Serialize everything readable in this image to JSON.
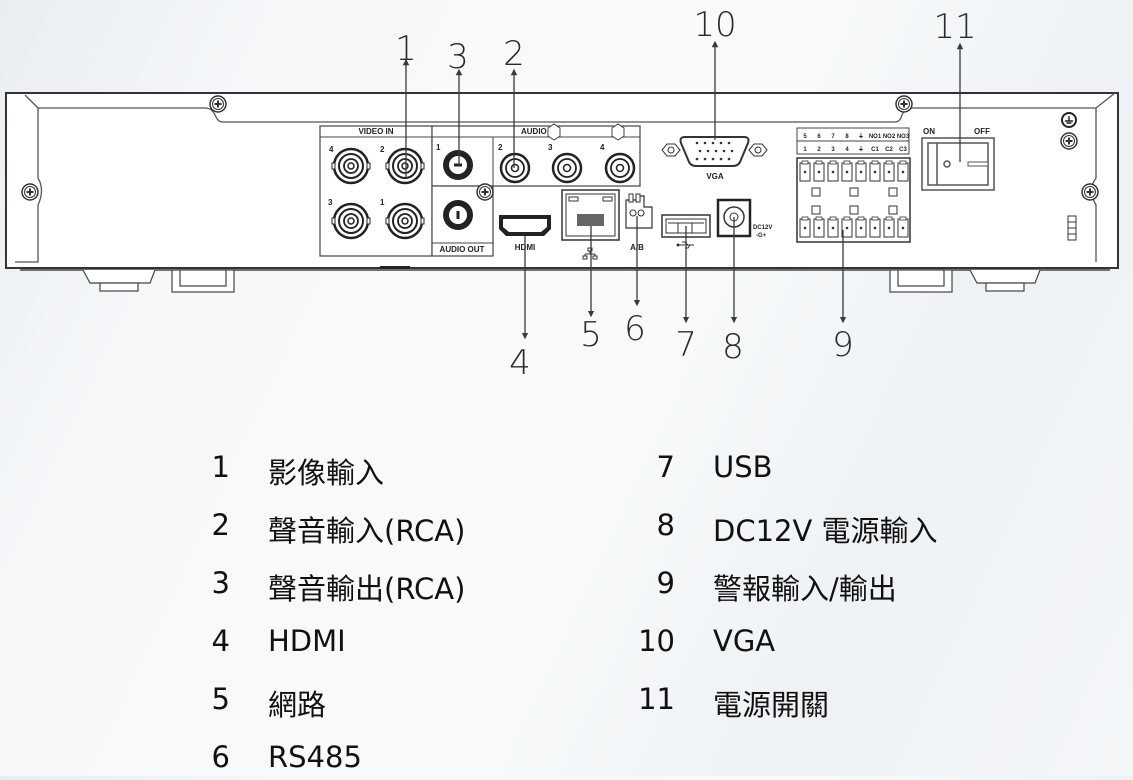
{
  "diagram": {
    "title": "DVR rear panel",
    "panel_labels": {
      "video_in": "VIDEO IN",
      "audio_in": "AUDIO IN",
      "audio_out": "AUDIO OUT",
      "hdmi": "HDMI",
      "vga": "VGA",
      "rs485": "A/B",
      "dc": "DC12V",
      "dc_polarity": "-G+",
      "on": "ON",
      "off": "OFF",
      "video_ports": [
        "4",
        "2",
        "3",
        "1"
      ],
      "audio_ports": [
        "1",
        "2",
        "3",
        "4"
      ],
      "alarm_top": [
        "5",
        "6",
        "7",
        "8",
        "⏚",
        "NO1",
        "NO2",
        "NO3"
      ],
      "alarm_bottom": [
        "1",
        "2",
        "3",
        "4",
        "⏚",
        "C1",
        "C2",
        "C3"
      ]
    },
    "callouts": [
      {
        "id": "1",
        "label": "1"
      },
      {
        "id": "3",
        "label": "3"
      },
      {
        "id": "2",
        "label": "2"
      },
      {
        "id": "10",
        "label": "10"
      },
      {
        "id": "11",
        "label": "11"
      },
      {
        "id": "4",
        "label": "4"
      },
      {
        "id": "5",
        "label": "5"
      },
      {
        "id": "6",
        "label": "6"
      },
      {
        "id": "7",
        "label": "7"
      },
      {
        "id": "8",
        "label": "8"
      },
      {
        "id": "9",
        "label": "9"
      }
    ]
  },
  "legend": {
    "left": [
      {
        "num": "1",
        "label": "影像輸入"
      },
      {
        "num": "2",
        "label": "聲音輸入(RCA)"
      },
      {
        "num": "3",
        "label": "聲音輸出(RCA)"
      },
      {
        "num": "4",
        "label": "HDMI"
      },
      {
        "num": "5",
        "label": "網路"
      },
      {
        "num": "6",
        "label": "RS485"
      }
    ],
    "right": [
      {
        "num": "7",
        "label": "USB"
      },
      {
        "num": "8",
        "label": "DC12V 電源輸入"
      },
      {
        "num": "9",
        "label": "警報輸入/輸出"
      },
      {
        "num": "10",
        "label": "VGA"
      },
      {
        "num": "11",
        "label": "電源開關"
      }
    ]
  },
  "colors": {
    "line": "#3a3a3a",
    "text": "#111111"
  }
}
